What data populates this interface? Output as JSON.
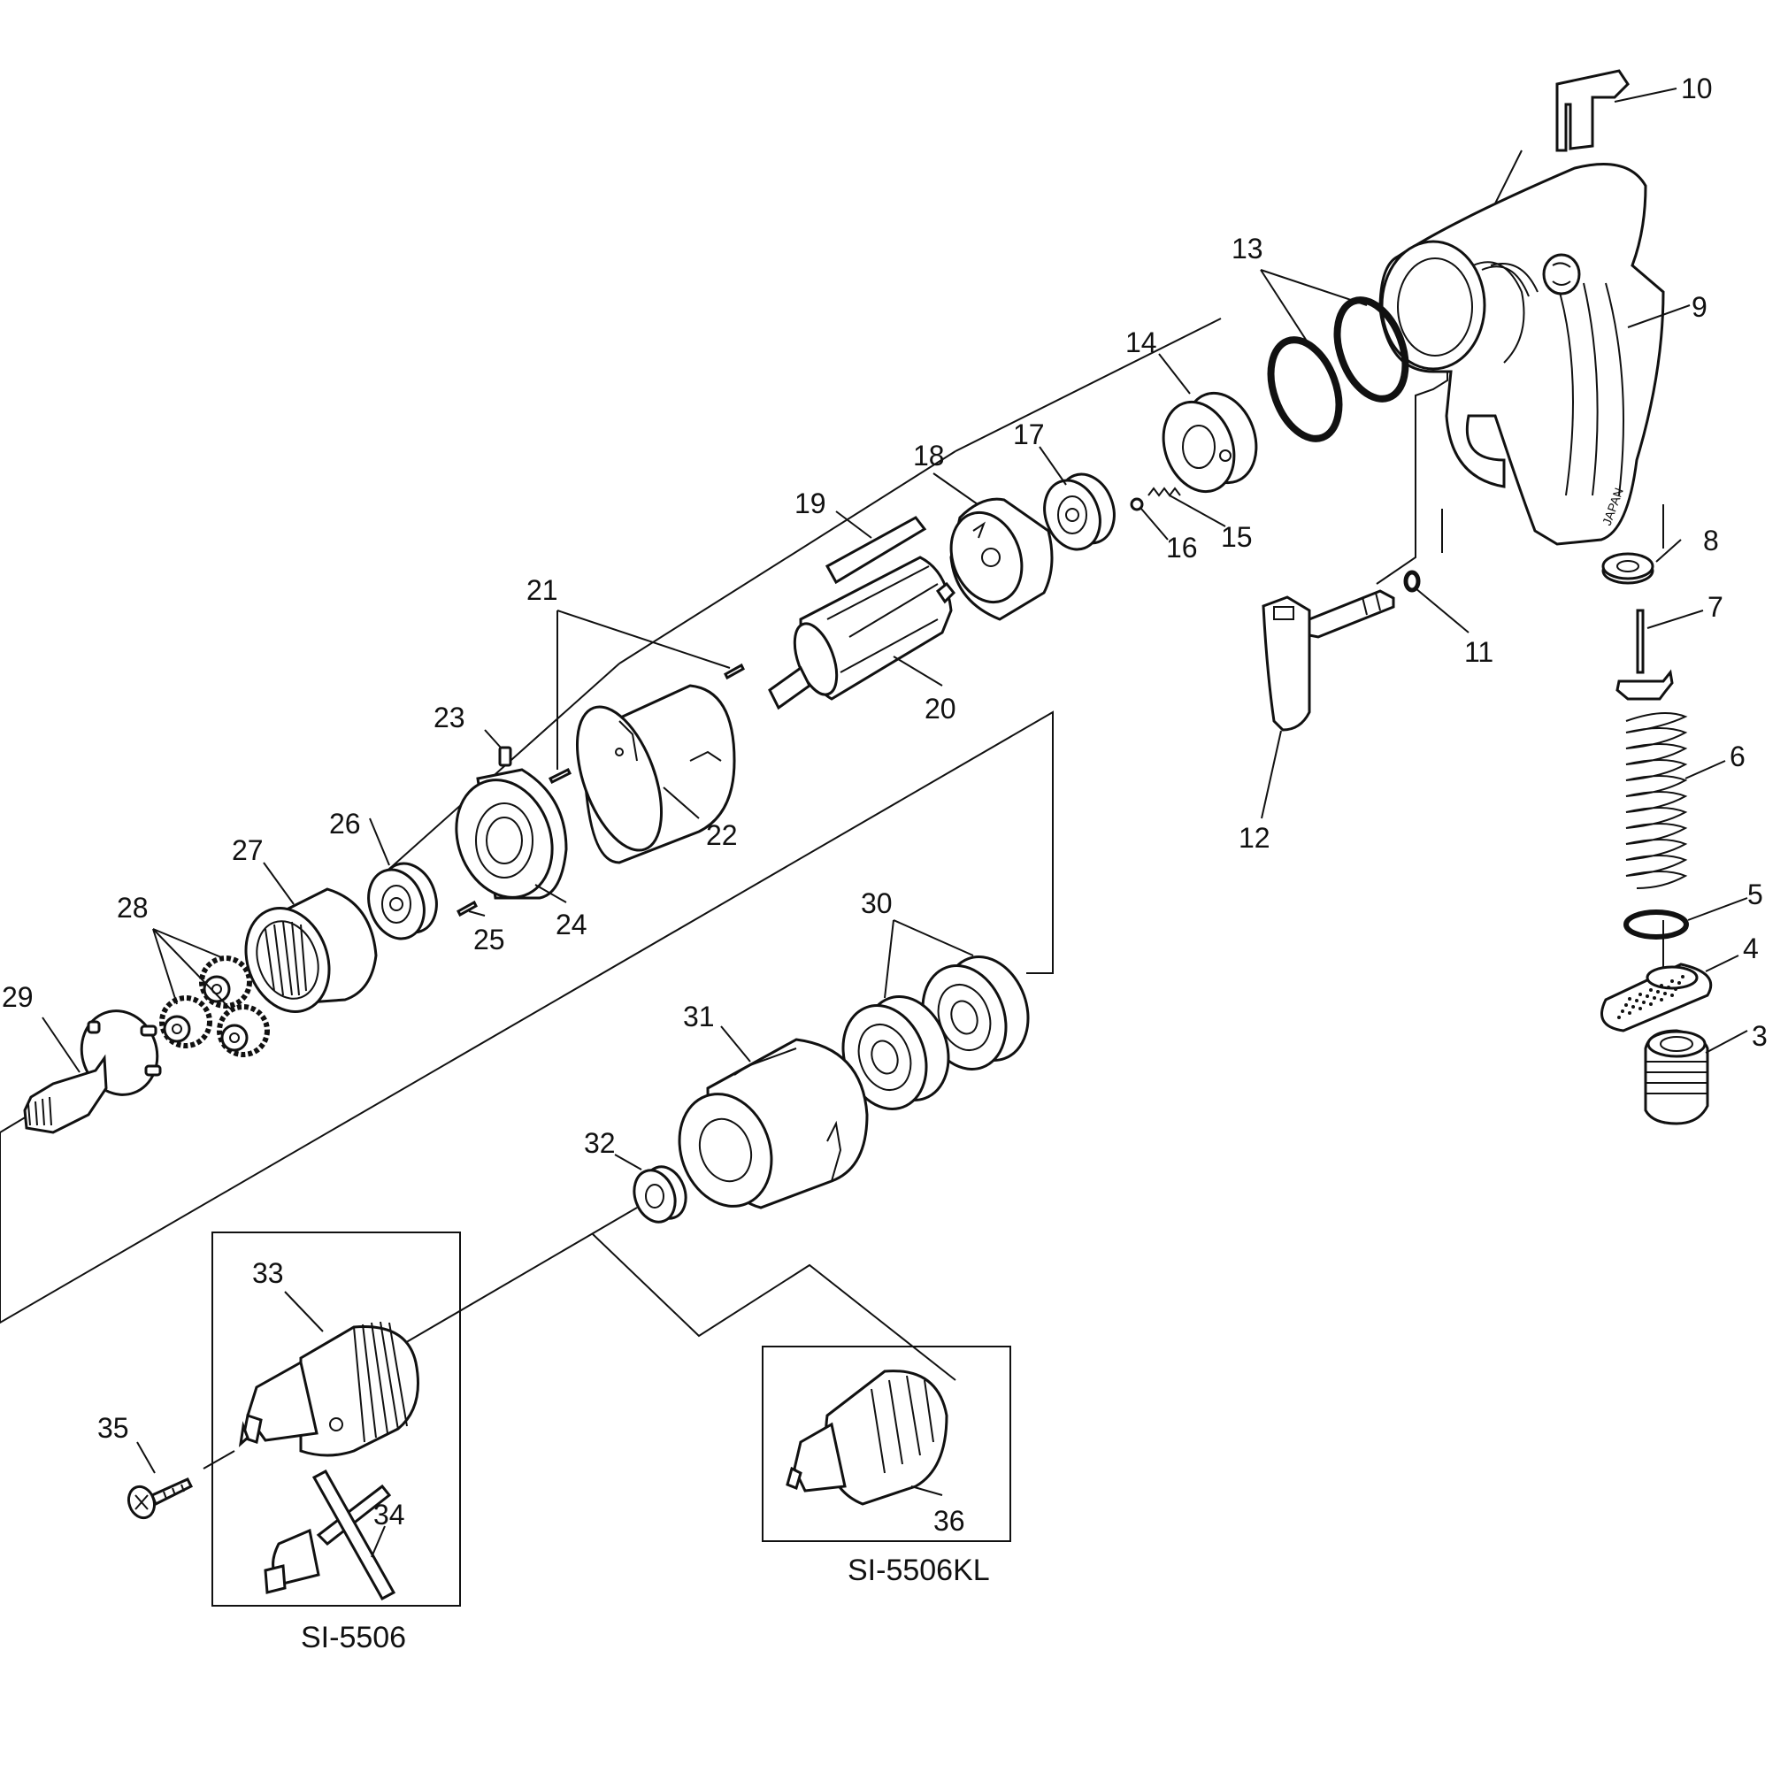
{
  "labels": {
    "p3": "3",
    "p4": "4",
    "p5": "5",
    "p6": "6",
    "p7": "7",
    "p8": "8",
    "p9": "9",
    "p10": "10",
    "p11": "11",
    "p12": "12",
    "p13": "13",
    "p14": "14",
    "p15": "15",
    "p16": "16",
    "p17": "17",
    "p18": "18",
    "p19": "19",
    "p20": "20",
    "p21": "21",
    "p22": "22",
    "p23": "23",
    "p24": "24",
    "p25": "25",
    "p26": "26",
    "p27": "27",
    "p28": "28",
    "p29": "29",
    "p30": "30",
    "p31": "31",
    "p32": "32",
    "p33": "33",
    "p34": "34",
    "p35": "35",
    "p36": "36"
  },
  "variants": {
    "keyed_chuck_model": "SI-5506",
    "keyless_chuck_model": "SI-5506KL"
  },
  "icons": {
    "brand_logo": "SI-logo-icon",
    "grip_marking": "JAPAN"
  }
}
